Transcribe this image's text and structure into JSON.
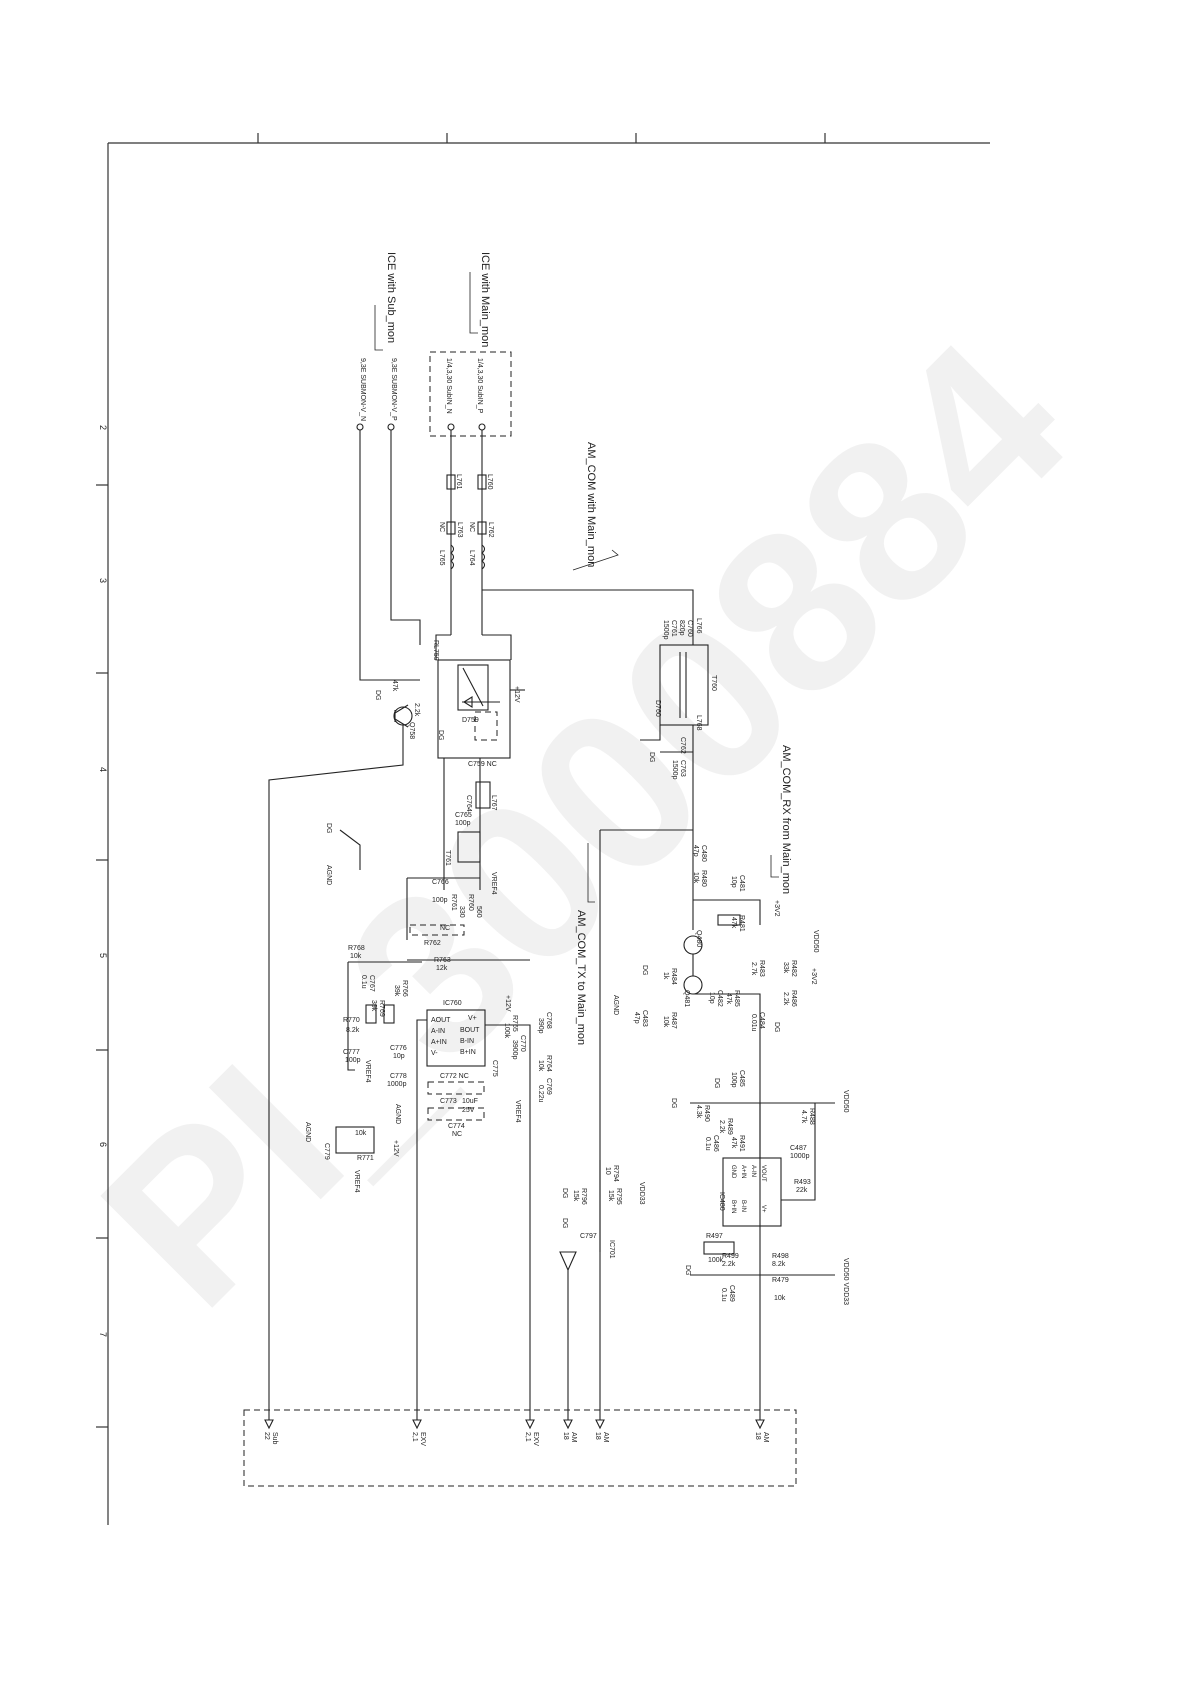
{
  "watermark": "PI_3000884",
  "border": {
    "row_numbers": [
      "2",
      "3",
      "4",
      "5",
      "6",
      "7"
    ]
  },
  "annotations": {
    "ice_main": "ICE with Main_mon",
    "ice_sub": "ICE with Sub_mon",
    "amcom_main": "AM_COM with Main_mon",
    "amcom_rx": "AM_COM_RX from Main_mon",
    "amcom_tx": "AM_COM_TX to Main_mon"
  },
  "connector_top": {
    "pin1": "1/4,3,30  SubIN_P",
    "pin2": "1/4,3,30  SubIN_N",
    "pin3": "9,3E  SUBMON-V_P",
    "pin4": "9,3E  SUBMON-V_N"
  },
  "parts": {
    "l760": "L760",
    "l761": "L761",
    "l762": "L762",
    "l763": "L763",
    "l764": "L764",
    "l765": "L765",
    "nc": "NC",
    "rl759": "RL759",
    "t760": "T760",
    "l766": "L766",
    "c760": "C760",
    "c760v": "820p",
    "c761": "C761",
    "c761v": "1500p",
    "d760": "D760",
    "l768": "L768",
    "c762": "C762",
    "c763": "C763",
    "c763v": "1500p",
    "dg": "DG",
    "d759": "D759",
    "c759": "C759  NC",
    "p12v": "+12V",
    "q758": "Q758",
    "r2k2": "2.2k",
    "r47k": "47k",
    "l767": "L767",
    "c764": "C764",
    "c765": "C765",
    "c765v": "100p",
    "t761": "T761",
    "c766": "C766",
    "c766v": "100p",
    "r761": "R761",
    "r761v": "330",
    "r760": "R760",
    "r760v": "560",
    "vref4": "VREF4",
    "agnd": "AGND",
    "r762": "R762",
    "r763": "R763",
    "r763v": "12k",
    "r768": "R768",
    "r768v": "10k",
    "c767": "C767",
    "c767v": "0.1u",
    "r769": "R769",
    "r769v": "39k",
    "r766": "R766",
    "r766v": "39k",
    "r770": "R770",
    "r770v": "8.2k",
    "c777": "C777",
    "c777v": "100p",
    "c776": "C776",
    "c776v": "10p",
    "c778": "C778",
    "c778v": "1000p",
    "ic760": "IC760",
    "aout": "AOUT",
    "bout": "BOUT",
    "ain_m": "A-IN",
    "bin_m": "B-IN",
    "ain_p": "A+IN",
    "bin_p": "B+IN",
    "vm": "V-",
    "vp": "V+",
    "c772": "C772  NC",
    "c773": "C773",
    "c773v": "10uF",
    "c773r": "25V",
    "c774": "C774",
    "c775": "C775",
    "r765": "R765",
    "r765v": "100k",
    "r764": "R764",
    "r764v": "10k",
    "c768": "C768",
    "c768v": "390p",
    "c769": "C769",
    "c769v": "0.22u",
    "c770": "C770",
    "c770v": "3900p",
    "r771": "R771",
    "r771v": "10k",
    "c779": "C779",
    "c480": "C480",
    "c480v": "47p",
    "r480": "R480",
    "r480v": "10k",
    "c481": "C481",
    "c481v": "10p",
    "r481": "R481",
    "r481v": "47k",
    "p3v2": "+3V2",
    "q480": "Q480",
    "q481": "Q481",
    "r482": "R482",
    "r482v": "33k",
    "r483": "R483",
    "r483v": "2.7k",
    "vdd50": "VDD50",
    "r484": "R484",
    "r484v": "1k",
    "r485": "R485",
    "r485v": "47k",
    "c482": "C482",
    "c482v": "10p",
    "r486": "R486",
    "r486v": "2.2k",
    "c484": "C484",
    "c484v": "0.01u",
    "r487": "R487",
    "r487v": "10k",
    "c483": "C483",
    "c483v": "47p",
    "c485": "C485",
    "c485v": "100p",
    "ic480": "IC480",
    "r488": "R488",
    "r488v": "4.7k",
    "r489": "R489",
    "r489v": "2.2k",
    "r490": "R490",
    "r490v": "4.3k",
    "c486": "C486",
    "c486v": "0.1u",
    "r491": "R491",
    "r491v": "47k",
    "c487": "C487",
    "c487v": "1000p",
    "r493": "R493",
    "r493v": "22k",
    "r497": "R497",
    "r497v": "100k",
    "r498": "R498",
    "r498v": "8.2k",
    "r499": "R499",
    "r499v": "2.2k",
    "c489": "C489",
    "c489v": "0.1u",
    "r479": "R479",
    "r479v": "10k",
    "r794": "R794",
    "r794v": "10",
    "r795": "R795",
    "r795v": "15k",
    "r796": "R796",
    "r796v": "15k",
    "vdd33": "VDD33",
    "c797": "C797",
    "ic701": "IC701",
    "vdd50_33": "VDD50  VDD33",
    "gnd": "GND",
    "vout": "VOUT",
    "vplus": "V+",
    "ain_n2": "A-IN",
    "ain_p2": "A+IN",
    "bin_p2": "B+IN",
    "bin_n2": "B-IN"
  },
  "bottom_connector": {
    "p_sub": "Sub",
    "p_sub_n": "22",
    "p_exv1": "EXV",
    "p_exv1_n": "2,1",
    "p_exv2": "EXV",
    "p_exv2_n": "2,1",
    "p_am1": "AM",
    "p_am1_n": "18",
    "p_am2": "AM",
    "p_am2_n": "18",
    "p_am3": "AM",
    "p_am3_n": "18"
  }
}
